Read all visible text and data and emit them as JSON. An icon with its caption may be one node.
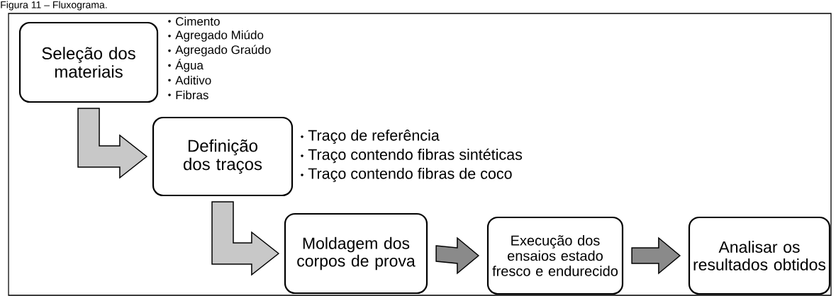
{
  "diagram": {
    "title": "Figura 11 – Fluxograma.",
    "nodes": [
      {
        "text": [
          "Seleção dos materiais"
        ],
        "beside": [
          "Cimento",
          "Agregado Miúdo",
          "Agregado Graúdo",
          "Água",
          "Aditivo",
          "Fibras"
        ]
      },
      {
        "text": [
          "Definição dos traços"
        ],
        "beside": [
          "Traço de referência",
          "Traço contendo fibras sintéticas",
          "Traço contendo fibras de coco"
        ]
      },
      {
        "text": [
          "Moldagem dos corpos de prova"
        ]
      },
      {
        "text": [
          "Execução dos ensaios estado fresco e endurecido"
        ]
      },
      {
        "text": [
          "Analisar os resultados obtidos"
        ]
      }
    ],
    "edges": [
      {
        "from": 0,
        "to": 1,
        "arrow": "to"
      },
      {
        "from": 1,
        "to": 2,
        "arrow": "to"
      },
      {
        "from": 2,
        "to": 3,
        "arrow": "to"
      },
      {
        "from": 3,
        "to": 4,
        "arrow": "to"
      }
    ]
  }
}
